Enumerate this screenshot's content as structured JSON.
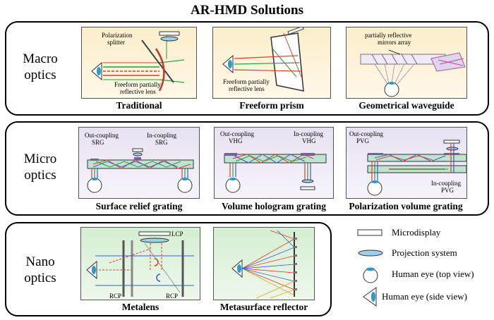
{
  "title": "AR-HMD Solutions",
  "sections": {
    "macro": {
      "label": "Macro optics",
      "panels": [
        {
          "caption": "Traditional",
          "labels": [
            "Polarization",
            "splitter",
            "Freeform partially",
            "reflective lens"
          ]
        },
        {
          "caption": "Freeform prism",
          "labels": [
            "Freeform partially",
            "reflective lens"
          ]
        },
        {
          "caption": "Geometrical waveguide",
          "labels": [
            "partially reflective",
            "mirrors array"
          ]
        }
      ]
    },
    "micro": {
      "label": "Micro optics",
      "panels": [
        {
          "caption": "Surface relief grating",
          "labels": [
            "Out-coupling",
            "SRG",
            "In-coupling",
            "SRG"
          ]
        },
        {
          "caption": "Volume hologram grating",
          "labels": [
            "Out-coupling",
            "VHG",
            "In-coupling",
            "VHG"
          ]
        },
        {
          "caption": "Polarization volume grating",
          "labels": [
            "Out-coupling",
            "PVG",
            "In-coupling",
            "PVG"
          ]
        }
      ]
    },
    "nano": {
      "label": "Nano optics",
      "panels": [
        {
          "caption": "Metalens",
          "labels": [
            "LCP",
            "RCP",
            "RCP"
          ]
        },
        {
          "caption": "Metasurface reflector",
          "labels": []
        }
      ]
    }
  },
  "legend": [
    {
      "icon": "microdisplay-icon",
      "text": "Microdisplay"
    },
    {
      "icon": "projection-system-icon",
      "text": "Projection system"
    },
    {
      "icon": "eye-top-view-icon",
      "text": "Human eye (top view)"
    },
    {
      "icon": "eye-side-view-icon",
      "text": "Human eye (side view)"
    }
  ],
  "colors": {
    "yellow_bg": "#fbeecb",
    "purple_bg": "#e6e2f2",
    "green_bg": "#d4efd2",
    "eye": "#2c9bc9",
    "red": "#e23b2f",
    "green": "#2e9a3c",
    "blue": "#3a5ccc"
  }
}
